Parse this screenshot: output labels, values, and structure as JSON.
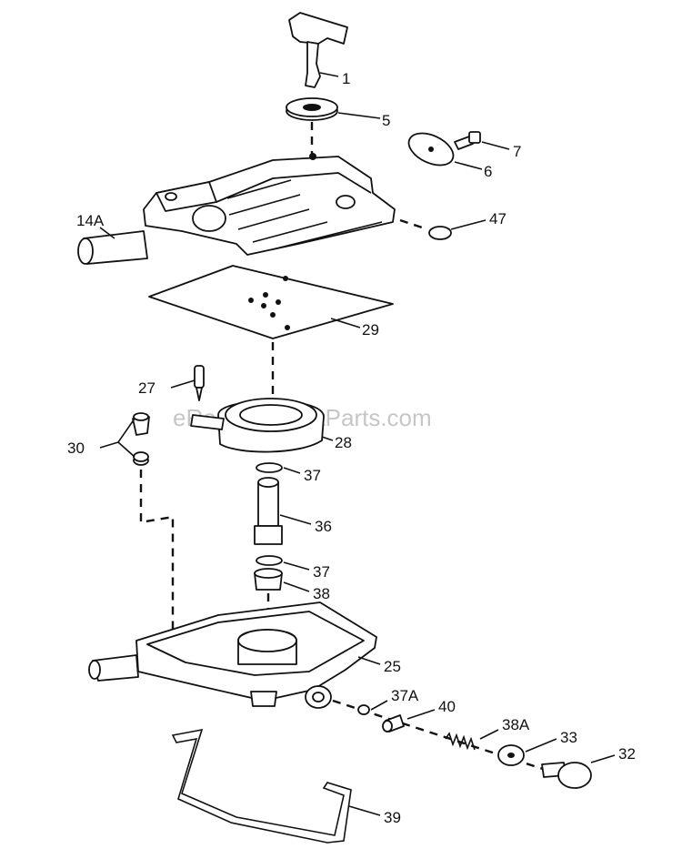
{
  "watermark": "eReplacementParts.com",
  "labels": {
    "p1": "1",
    "p5": "5",
    "p7": "7",
    "p6": "6",
    "p14a": "14A",
    "p47": "47",
    "p29": "29",
    "p27": "27",
    "p28": "28",
    "p30": "30",
    "p37a": "37",
    "p36": "36",
    "p37b": "37",
    "p38": "38",
    "p25": "25",
    "p37A": "37A",
    "p40": "40",
    "p38A": "38A",
    "p33": "33",
    "p32": "32",
    "p39": "39"
  }
}
